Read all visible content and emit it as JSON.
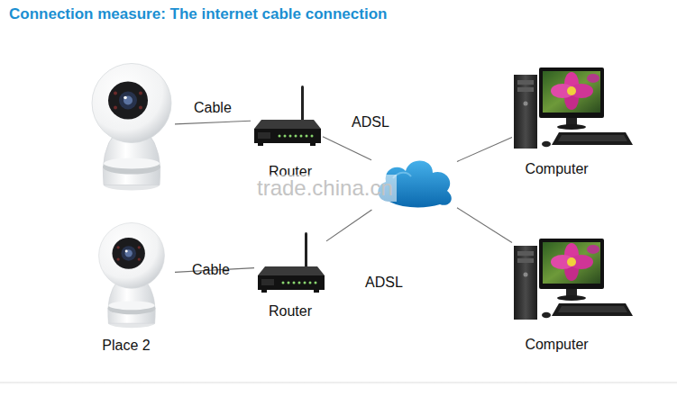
{
  "diagram": {
    "title": "Connection measure: The internet cable connection",
    "nodes": [
      {
        "text": []
      },
      {
        "text": [
          "Router"
        ]
      },
      {
        "text": [
          "Computer"
        ]
      },
      {
        "text": []
      },
      {
        "text": [
          "Place 2"
        ]
      },
      {
        "text": [
          "Router"
        ]
      },
      {
        "text": [
          "Computer"
        ]
      }
    ],
    "edges": [
      {
        "from": 0,
        "to": 1,
        "label": "Cable",
        "arrow": "none"
      },
      {
        "from": 1,
        "to": 3,
        "label": "ADSL",
        "arrow": "none"
      },
      {
        "from": 3,
        "to": 2,
        "arrow": "none"
      },
      {
        "from": 4,
        "to": 5,
        "label": "Cable",
        "arrow": "none"
      },
      {
        "from": 5,
        "to": 3,
        "label": "ADSL",
        "arrow": "none"
      },
      {
        "from": 3,
        "to": 6,
        "arrow": "none"
      }
    ],
    "labels": [
      "trade.china.cn"
    ]
  }
}
